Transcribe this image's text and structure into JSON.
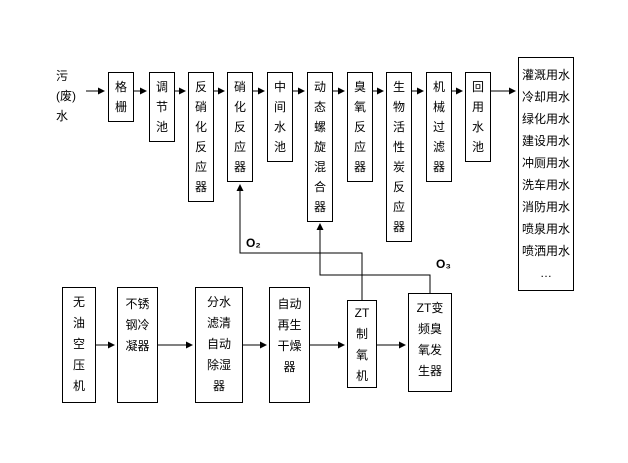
{
  "diagram": {
    "source": {
      "label": "污\n(废)\n水"
    },
    "top_row": [
      {
        "label": "格栅"
      },
      {
        "label": "调节池"
      },
      {
        "label": "反硝化反应器"
      },
      {
        "label": "硝化反应器"
      },
      {
        "label": "中间水池"
      },
      {
        "label": "动态螺旋混合器"
      },
      {
        "label": "臭氧反应器"
      },
      {
        "label": "生物活性炭反应器"
      },
      {
        "label": "机械过滤器"
      },
      {
        "label": "回用水池"
      }
    ],
    "uses": [
      "灌溉用水",
      "冷却用水",
      "绿化用水",
      "建设用水",
      "冲厕用水",
      "洗车用水",
      "消防用水",
      "喷泉用水",
      "喷洒用水",
      "…"
    ],
    "bottom_row": [
      {
        "label": "无油空压机"
      },
      {
        "label": "不锈钢冷凝器"
      },
      {
        "label": "分水滤清自动除湿器"
      },
      {
        "label": "自动再生干燥器"
      },
      {
        "label": "ZT制氧机"
      },
      {
        "label": "ZT变频臭氧发生器"
      }
    ],
    "gas": {
      "o2": "O₂",
      "o3": "O₃"
    },
    "colors": {
      "line": "#000000",
      "background": "#ffffff"
    }
  }
}
